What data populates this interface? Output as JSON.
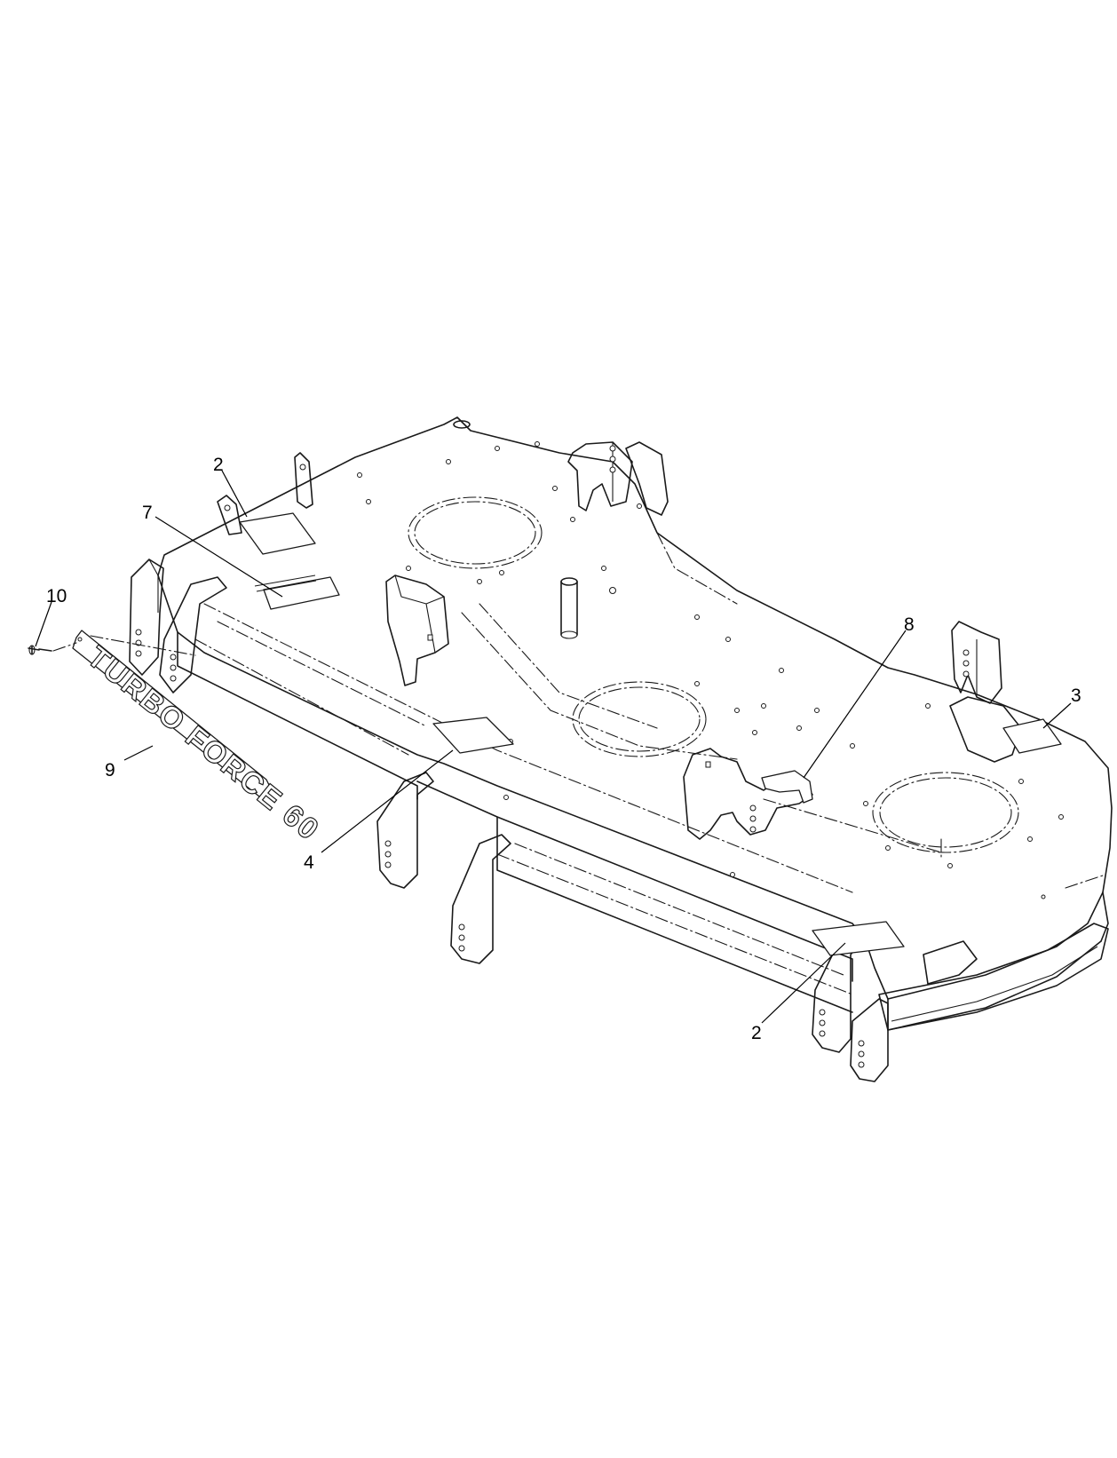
{
  "diagram": {
    "callouts": [
      {
        "id": "c10",
        "label": "10"
      },
      {
        "id": "c2a",
        "label": "2"
      },
      {
        "id": "c7",
        "label": "7"
      },
      {
        "id": "c9",
        "label": "9"
      },
      {
        "id": "c4",
        "label": "4"
      },
      {
        "id": "c8",
        "label": "8"
      },
      {
        "id": "c3",
        "label": "3"
      },
      {
        "id": "c2b",
        "label": "2"
      }
    ],
    "logo_decal_text": "TURBO FORCE 60"
  }
}
